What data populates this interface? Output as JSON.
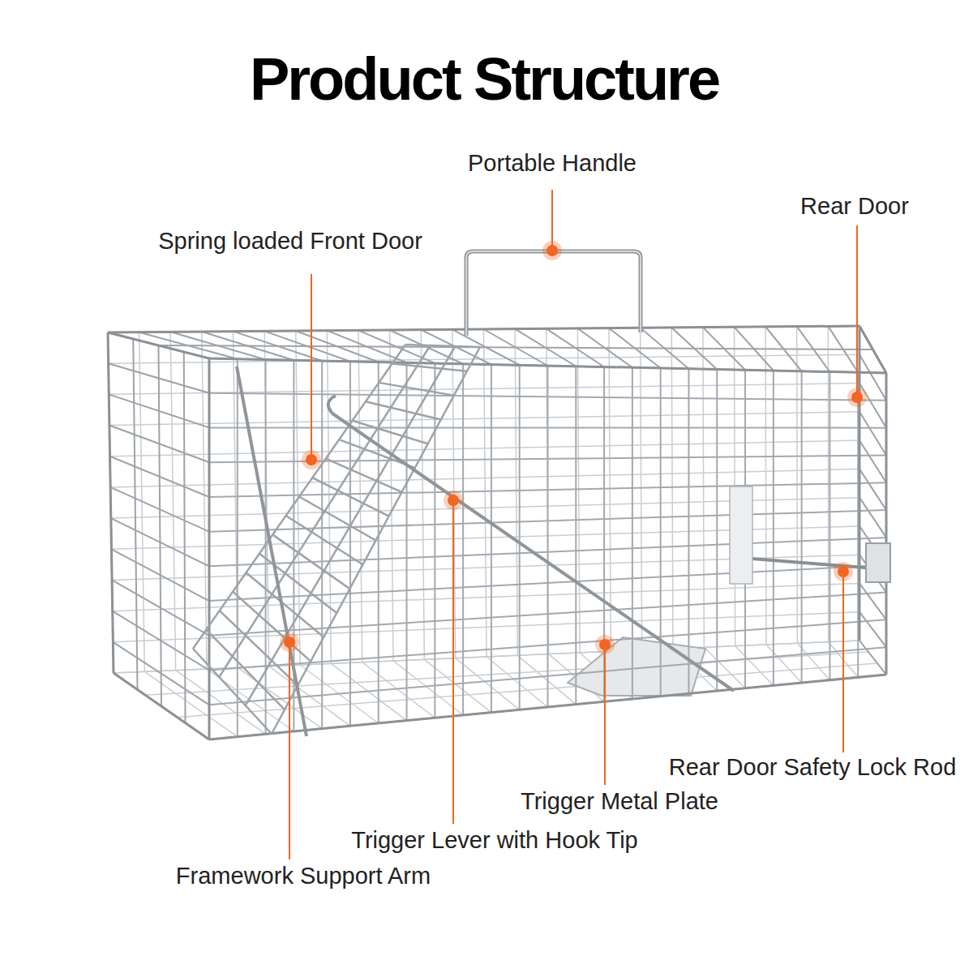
{
  "diagram": {
    "title": "Product Structure",
    "labels": [
      "Portable Handle",
      "Rear Door",
      "Spring loaded Front Door",
      "Rear Door Safety Lock Rod",
      "Trigger Metal Plate",
      "Trigger Lever with Hook Tip",
      "Framework Support Arm"
    ]
  }
}
